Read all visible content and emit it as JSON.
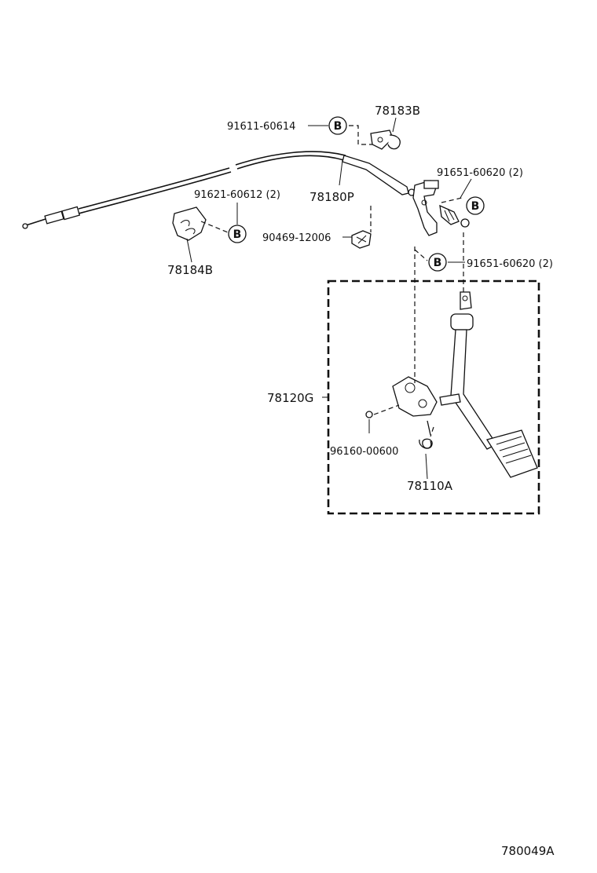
{
  "diagram": {
    "code": "780049A",
    "callout_symbol": "B",
    "labels": {
      "part_78183B": "78183B",
      "part_91611_60614": "91611-60614",
      "part_91651_60620_top": "91651-60620 (2)",
      "part_91621_60612": "91621-60612 (2)",
      "part_78180P": "78180P",
      "part_90469_12006": "90469-12006",
      "part_78184B": "78184B",
      "part_91651_60620_mid": "91651-60620 (2)",
      "part_78120G": "78120G",
      "part_96160_00600": "96160-00600",
      "part_78110A": "78110A"
    }
  }
}
